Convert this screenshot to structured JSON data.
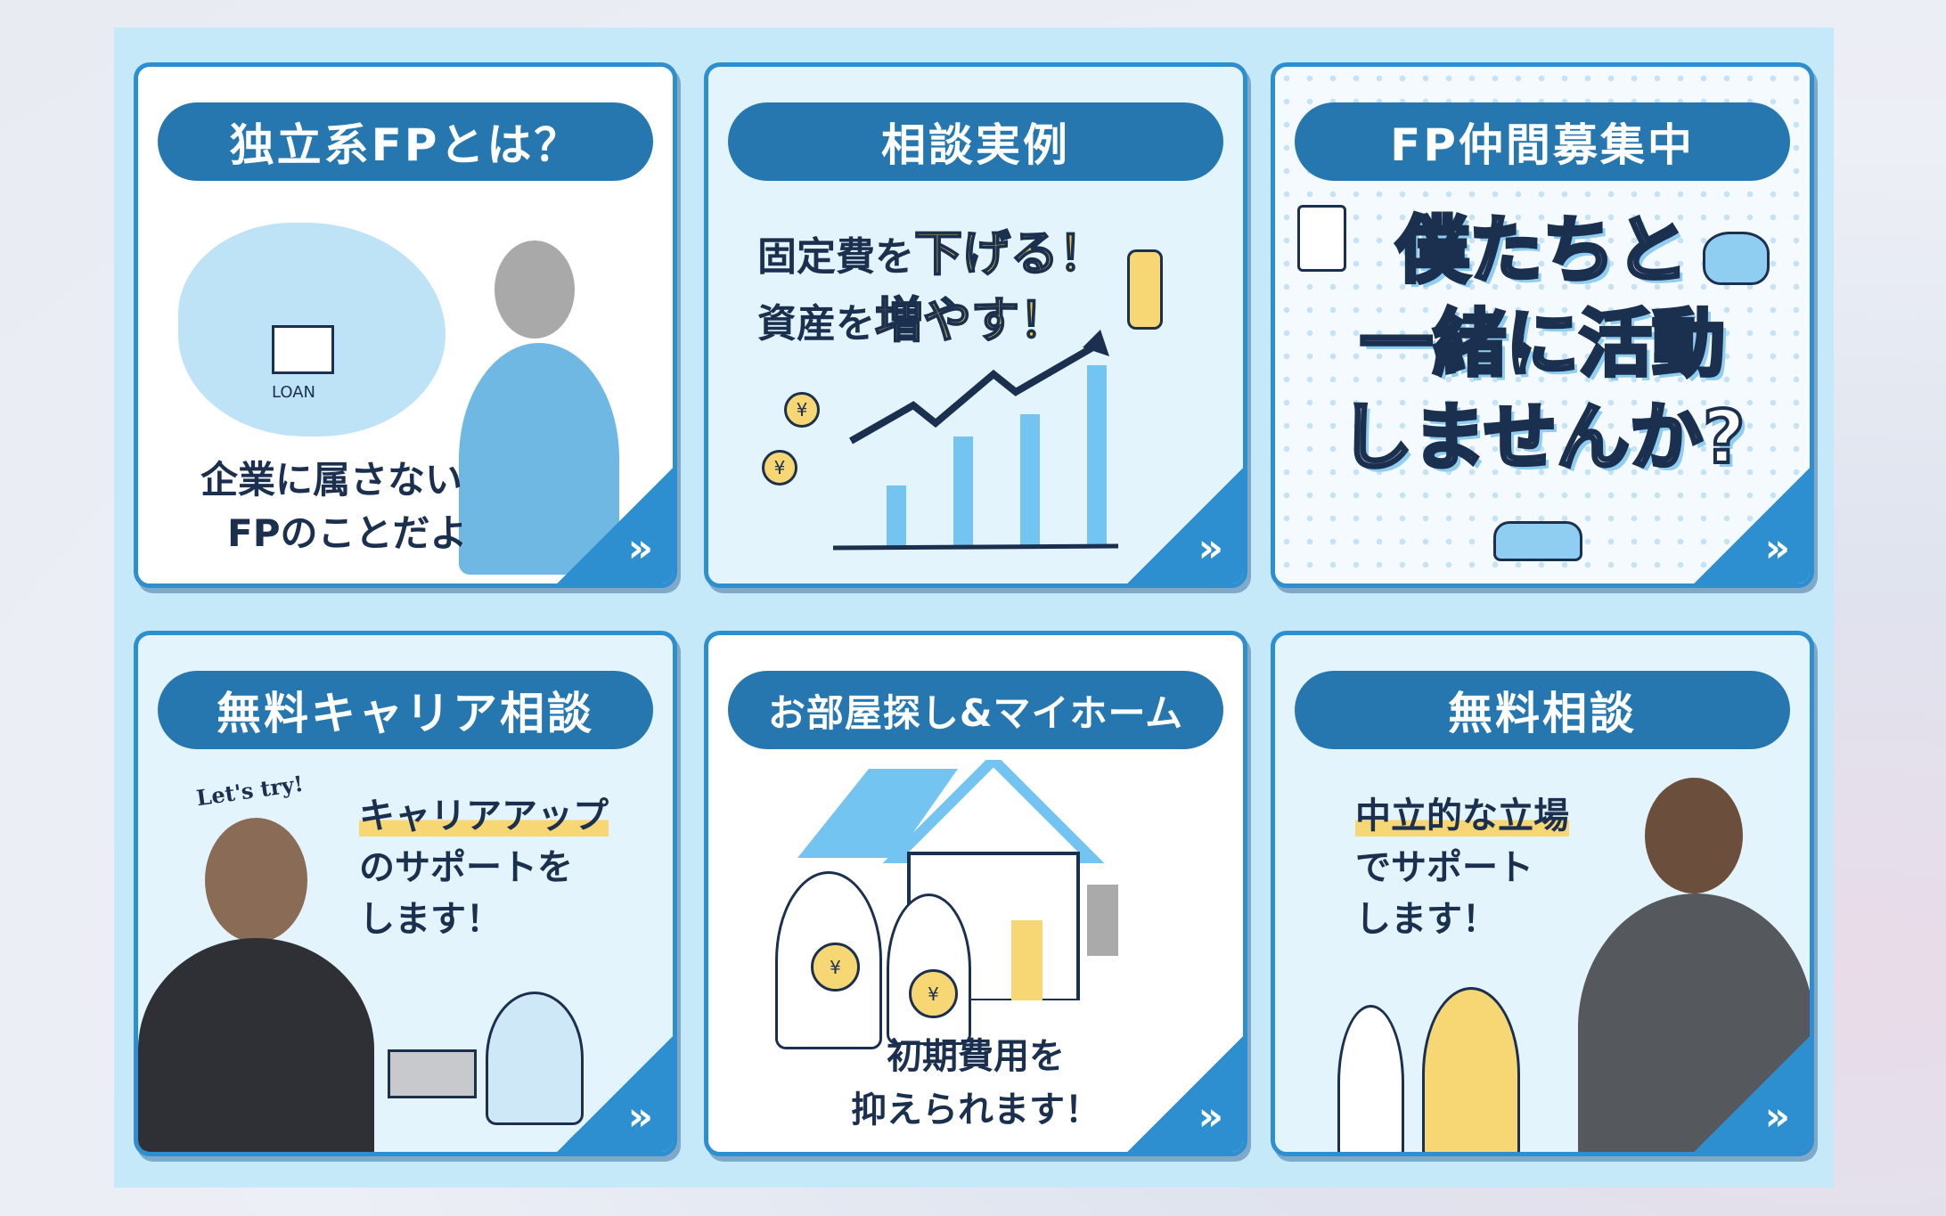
{
  "cards": [
    {
      "title": "独立系FPとは？",
      "caption_line1": "企業に属さない",
      "caption_line2": "FPのことだよ",
      "illustration_label": "LOAN",
      "arrow": "»"
    },
    {
      "title": "相談実例",
      "line1_prefix": "固定費を",
      "line1_highlight": "下げる！",
      "line2_prefix": "資産を",
      "line2_highlight": "増やす！",
      "coin_symbol": "¥",
      "arrow": "»"
    },
    {
      "title": "FP仲間募集中",
      "headline_line1": "僕たちと",
      "headline_line2": "一緒に活動",
      "headline_line3": "しませんか?",
      "arrow": "»"
    },
    {
      "title": "無料キャリア相談",
      "tagline": "Let's try!",
      "text_line1": "キャリアアップ",
      "text_line2": "のサポートを",
      "text_line3": "します！",
      "arrow": "»"
    },
    {
      "title": "お部屋探し&マイホーム",
      "caption_line1": "初期費用を",
      "caption_line2": "抑えられます！",
      "coin_symbol": "¥",
      "arrow": "»"
    },
    {
      "title": "無料相談",
      "text_line1": "中立的な立場",
      "text_line2": "でサポート",
      "text_line3": "します！",
      "arrow": "»"
    }
  ],
  "colors": {
    "accent": "#2677b0",
    "border": "#2e8fd0",
    "highlight": "#f7d774",
    "text": "#1b2f4f"
  }
}
